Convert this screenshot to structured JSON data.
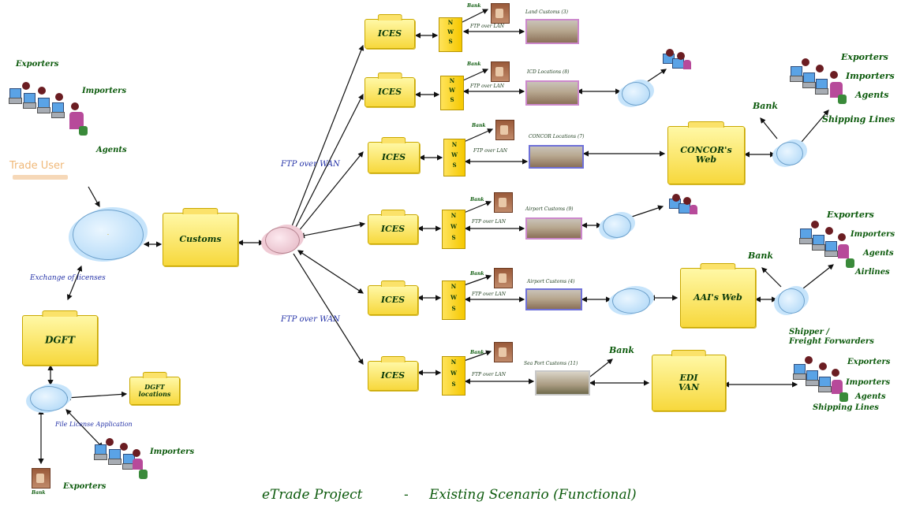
{
  "labels": {
    "exporters": "Exporters",
    "importers": "Importers",
    "agents": "Agents",
    "shipping_lines": "Shipping Lines",
    "airlines": "Airlines",
    "bank": "Bank",
    "shipper_freight": "Shipper /\nFreight Forwarders",
    "trade_user": "Trade User",
    "ftp_wan": "FTP over WAN",
    "ftp_lan": "FTP over LAN",
    "exchange_licenses": "Exchange of licenses",
    "file_license": "File License Application"
  },
  "nodes": {
    "customs": "Customs",
    "dgft": "DGFT",
    "dgft_locations": "DGFT\nlocations",
    "ices": "ICES",
    "nws": "N\nW\nS",
    "concor": "CONCOR's\nWeb",
    "aai": "AAI's Web",
    "edi": "EDI\nVAN"
  },
  "locations": [
    "Land Customs (3)",
    "ICD Locations (8)",
    "CONCOR Locations (7)",
    "Airport Customs (9)",
    "Airport Customs (4)",
    "Sea Port Customs (11)"
  ],
  "footer": {
    "title": "eTrade Project",
    "dash": "-",
    "subtitle": "Existing Scenario (Functional)"
  }
}
